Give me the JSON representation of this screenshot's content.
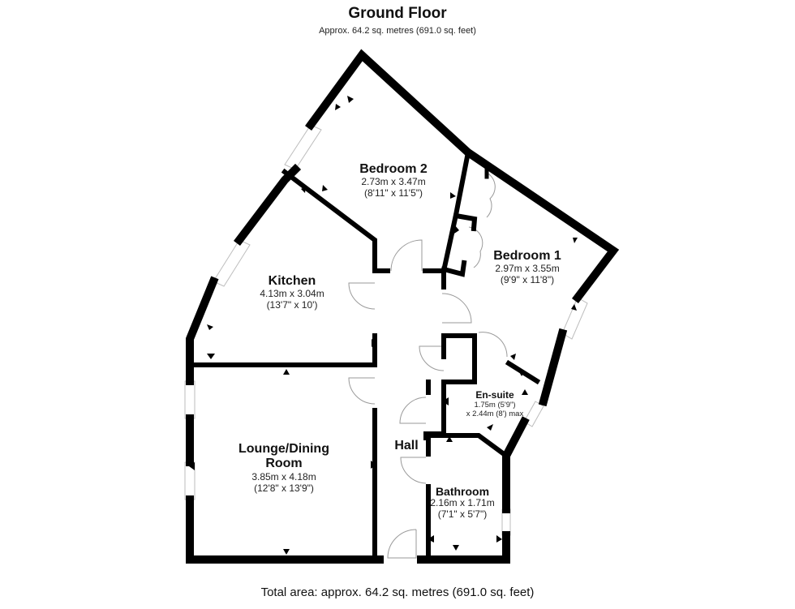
{
  "header": {
    "title": "Ground Floor",
    "subtitle": "Approx. 64.2 sq. metres (691.0 sq. feet)"
  },
  "footer": {
    "total_area": "Total area: approx. 64.2 sq. metres (691.0 sq. feet)"
  },
  "rooms": {
    "bedroom2": {
      "name": "Bedroom 2",
      "metric": "2.73m x 3.47m",
      "imperial": "(8'11\" x 11'5\")"
    },
    "bedroom1": {
      "name": "Bedroom 1",
      "metric": "2.97m x 3.55m",
      "imperial": "(9'9\" x 11'8\")"
    },
    "kitchen": {
      "name": "Kitchen",
      "metric": "4.13m x 3.04m",
      "imperial": "(13'7\" x 10')"
    },
    "lounge": {
      "name_line1": "Lounge/Dining",
      "name_line2": "Room",
      "metric": "3.85m x 4.18m",
      "imperial": "(12'8\" x 13'9\")"
    },
    "ensuite": {
      "name": "En-suite",
      "metric": "1.75m (5'9\")",
      "imperial": "x 2.44m (8') max"
    },
    "bathroom": {
      "name": "Bathroom",
      "metric": "2.16m x 1.71m",
      "imperial": "(7'1\" x 5'7\")"
    },
    "hall": {
      "name": "Hall"
    }
  },
  "colors": {
    "wall": "#000000",
    "door_arc": "#9a9a9a",
    "window": "#bdbdbd",
    "background": "#ffffff"
  }
}
